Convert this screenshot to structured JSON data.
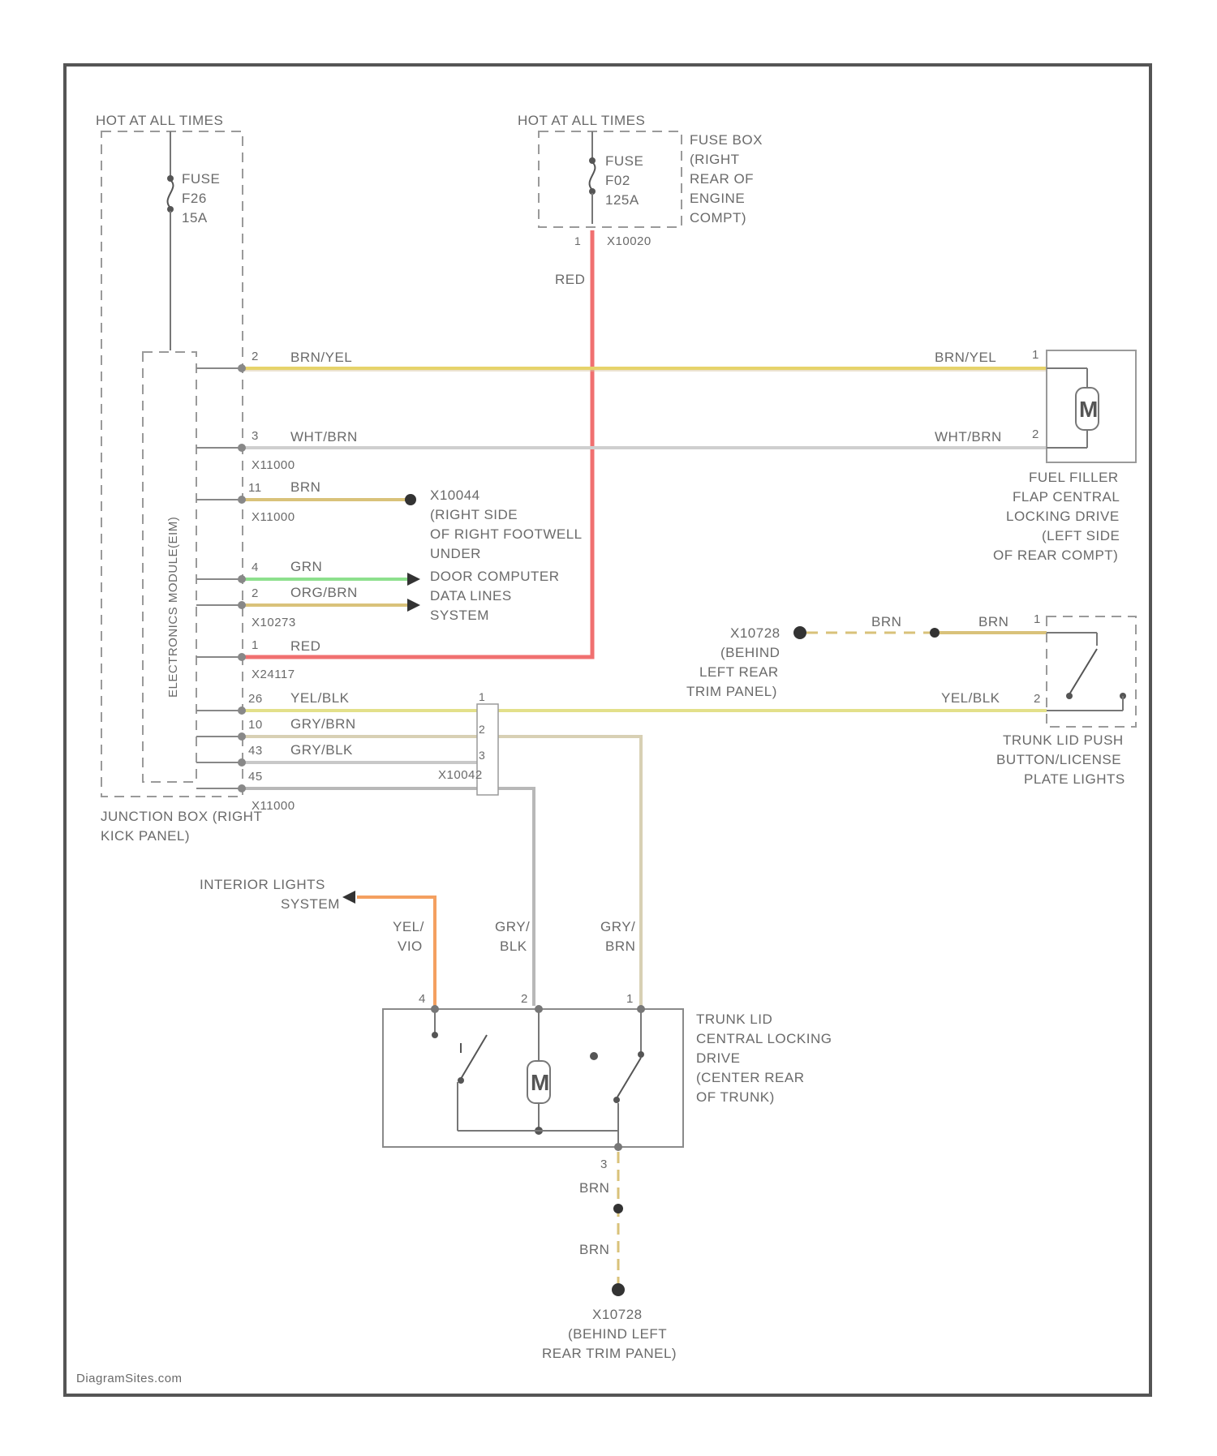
{
  "fuse_left": {
    "hot_label": "HOT AT ALL TIMES",
    "name": "FUSE",
    "id": "F26",
    "rating": "15A"
  },
  "fuse_top": {
    "hot_label": "HOT AT ALL TIMES",
    "name": "FUSE",
    "id": "F02",
    "rating": "125A",
    "box_lines": [
      "FUSE BOX",
      "(RIGHT",
      "REAR OF",
      "ENGINE",
      "COMPT)"
    ],
    "connector": "X10020"
  },
  "module": {
    "vertical_label": "ELECTRONICS MODULE(EIM)",
    "junction_lines": [
      "JUNCTION BOX (RIGHT",
      "KICK PANEL)"
    ]
  },
  "wires": {
    "brn_yel_left": "BRN/YEL",
    "brn_yel_right": "BRN/YEL",
    "wht_brn_left": "WHT/BRN",
    "wht_brn_right": "WHT/BRN",
    "brn_1": "BRN",
    "grn": "GRN",
    "org_brn": "ORG/BRN",
    "red_top": "RED",
    "red_left": "RED",
    "yel_blk_left": "YEL/BLK",
    "yel_blk_right": "YEL/BLK",
    "gry_brn": "GRY/BRN",
    "gry_blk": "GRY/BLK",
    "brn_ground_a": "BRN",
    "brn_ground_b": "BRN",
    "yel_vio": [
      "YEL/",
      "VIO"
    ],
    "gry_blk_v": [
      "GRY/",
      "BLK"
    ],
    "gry_brn_v": [
      "GRY/",
      "BRN"
    ],
    "brn_bottom_a": "BRN",
    "brn_bottom_b": "BRN"
  },
  "pins": {
    "p2": "2",
    "p3": "3",
    "p11": "11",
    "p4": "4",
    "p2b": "2",
    "p1": "1",
    "p26": "26",
    "p10": "10",
    "p43": "43",
    "p45": "45",
    "c1": "1",
    "c2": "2",
    "c3": "3",
    "m1": "1",
    "m2": "2",
    "r1": "1",
    "r2": "2"
  },
  "connectors": {
    "x11000a": "X11000",
    "x11000b": "X11000",
    "x10273": "X10273",
    "x24117": "X24117",
    "x11000c": "X11000",
    "x10042": "X10042"
  },
  "ground_right_foot": [
    "X10044",
    "(RIGHT SIDE",
    "OF RIGHT FOOTWELL",
    "UNDER"
  ],
  "door_data": [
    "DOOR COMPUTER",
    "DATA LINES",
    "SYSTEM"
  ],
  "fuel_filler": {
    "motor": "M",
    "lines": [
      "FUEL FILLER",
      "FLAP CENTRAL",
      "LOCKING DRIVE",
      "(LEFT SIDE",
      "OF REAR COMPT)"
    ]
  },
  "ground_left_rear": [
    "X10728",
    "(BEHIND",
    "LEFT REAR",
    "TRIM PANEL)"
  ],
  "trunk_push": [
    "TRUNK LID PUSH",
    "BUTTON/LICENSE",
    "PLATE LIGHTS"
  ],
  "interior_lights": [
    "INTERIOR LIGHTS",
    "SYSTEM"
  ],
  "trunk_drive": {
    "motor": "M",
    "pin4": "4",
    "pin2": "2",
    "pin1": "1",
    "pin3": "3",
    "lines": [
      "TRUNK LID",
      "CENTRAL LOCKING",
      "DRIVE",
      "(CENTER REAR",
      "OF TRUNK)"
    ]
  },
  "ground_bottom": [
    "X10728",
    "(BEHIND LEFT",
    "REAR TRIM PANEL)"
  ],
  "watermark": "DiagramSites.com",
  "colors": {
    "frame": "#555555",
    "wire_gray": "#b8b8b8",
    "wire_yellow": "#e6d36a",
    "wire_red": "#f07070",
    "wire_green": "#8de08d",
    "wire_orange": "#f4a060",
    "dash": "#9a9a9a"
  }
}
